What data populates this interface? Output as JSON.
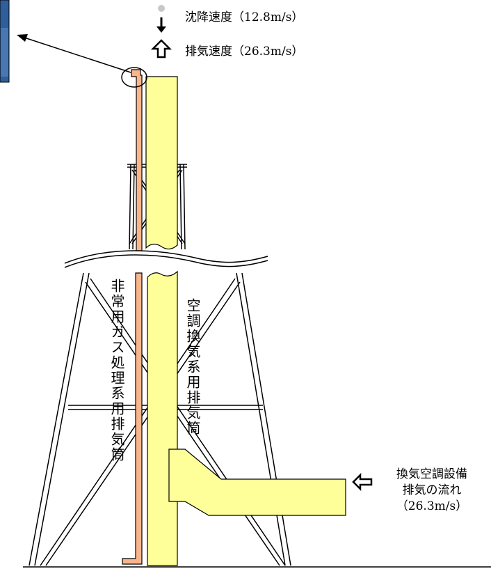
{
  "legend": {
    "fall_speed": "沈降速度（12.8m/s）",
    "exhaust_speed": "排気速度（26.3m/s）"
  },
  "labels": {
    "emergency_stack": "非常用ガス処理系用排気筒",
    "hvac_stack": "空調換気系用排気筒",
    "flow_line1": "換気空調設備",
    "flow_line2": "排気の流れ",
    "flow_speed": "（26.3m/s）"
  },
  "colors": {
    "yellow_stack": "#ffff99",
    "orange_pipe": "#f9b68c",
    "inset_blue": "#2f5f9b",
    "drop_gray": "#c8c8c8"
  }
}
